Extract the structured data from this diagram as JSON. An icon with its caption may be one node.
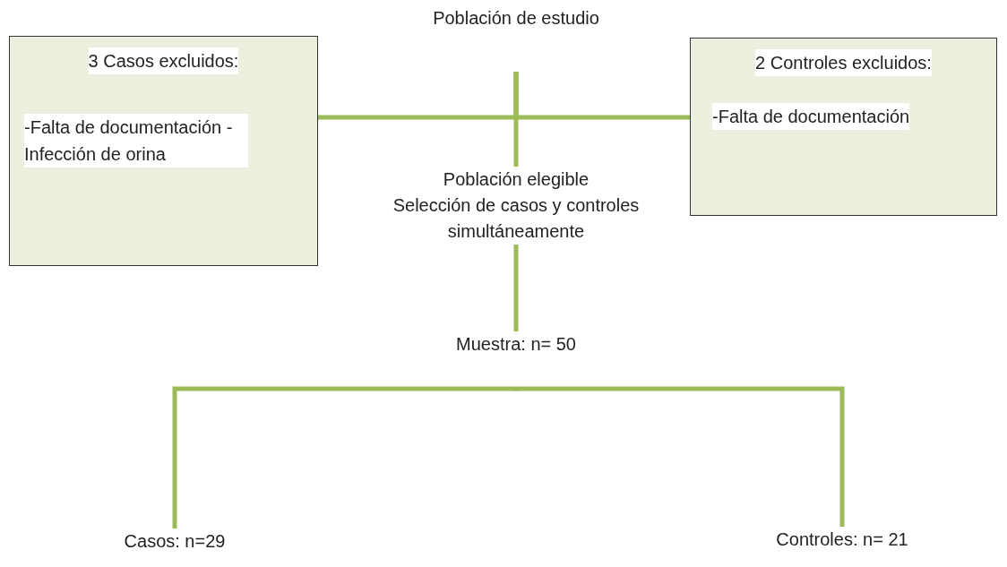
{
  "diagram": {
    "nodes": [
      {
        "text": [
          "Población de estudio"
        ]
      },
      {
        "text": [
          "3 Casos excluidos:",
          "-Falta de documentación -Infección de orina"
        ]
      },
      {
        "text": [
          "2 Controles excluidos:",
          "-Falta de documentación"
        ]
      },
      {
        "text": [
          "Población elegible",
          "Selección de casos y controles simultáneamente"
        ]
      },
      {
        "text": [
          "Muestra: n= 50"
        ]
      },
      {
        "text": [
          "Casos: n=29"
        ]
      },
      {
        "text": [
          "Controles: n= 21"
        ]
      }
    ],
    "edges": [
      {
        "from": 0,
        "to": 3,
        "arrow": "none"
      },
      {
        "from": 0,
        "to": 1,
        "arrow": "none"
      },
      {
        "from": 0,
        "to": 2,
        "arrow": "none"
      },
      {
        "from": 3,
        "to": 4,
        "arrow": "none"
      },
      {
        "from": 4,
        "to": 5,
        "arrow": "none"
      },
      {
        "from": 4,
        "to": 6,
        "arrow": "none"
      }
    ]
  }
}
